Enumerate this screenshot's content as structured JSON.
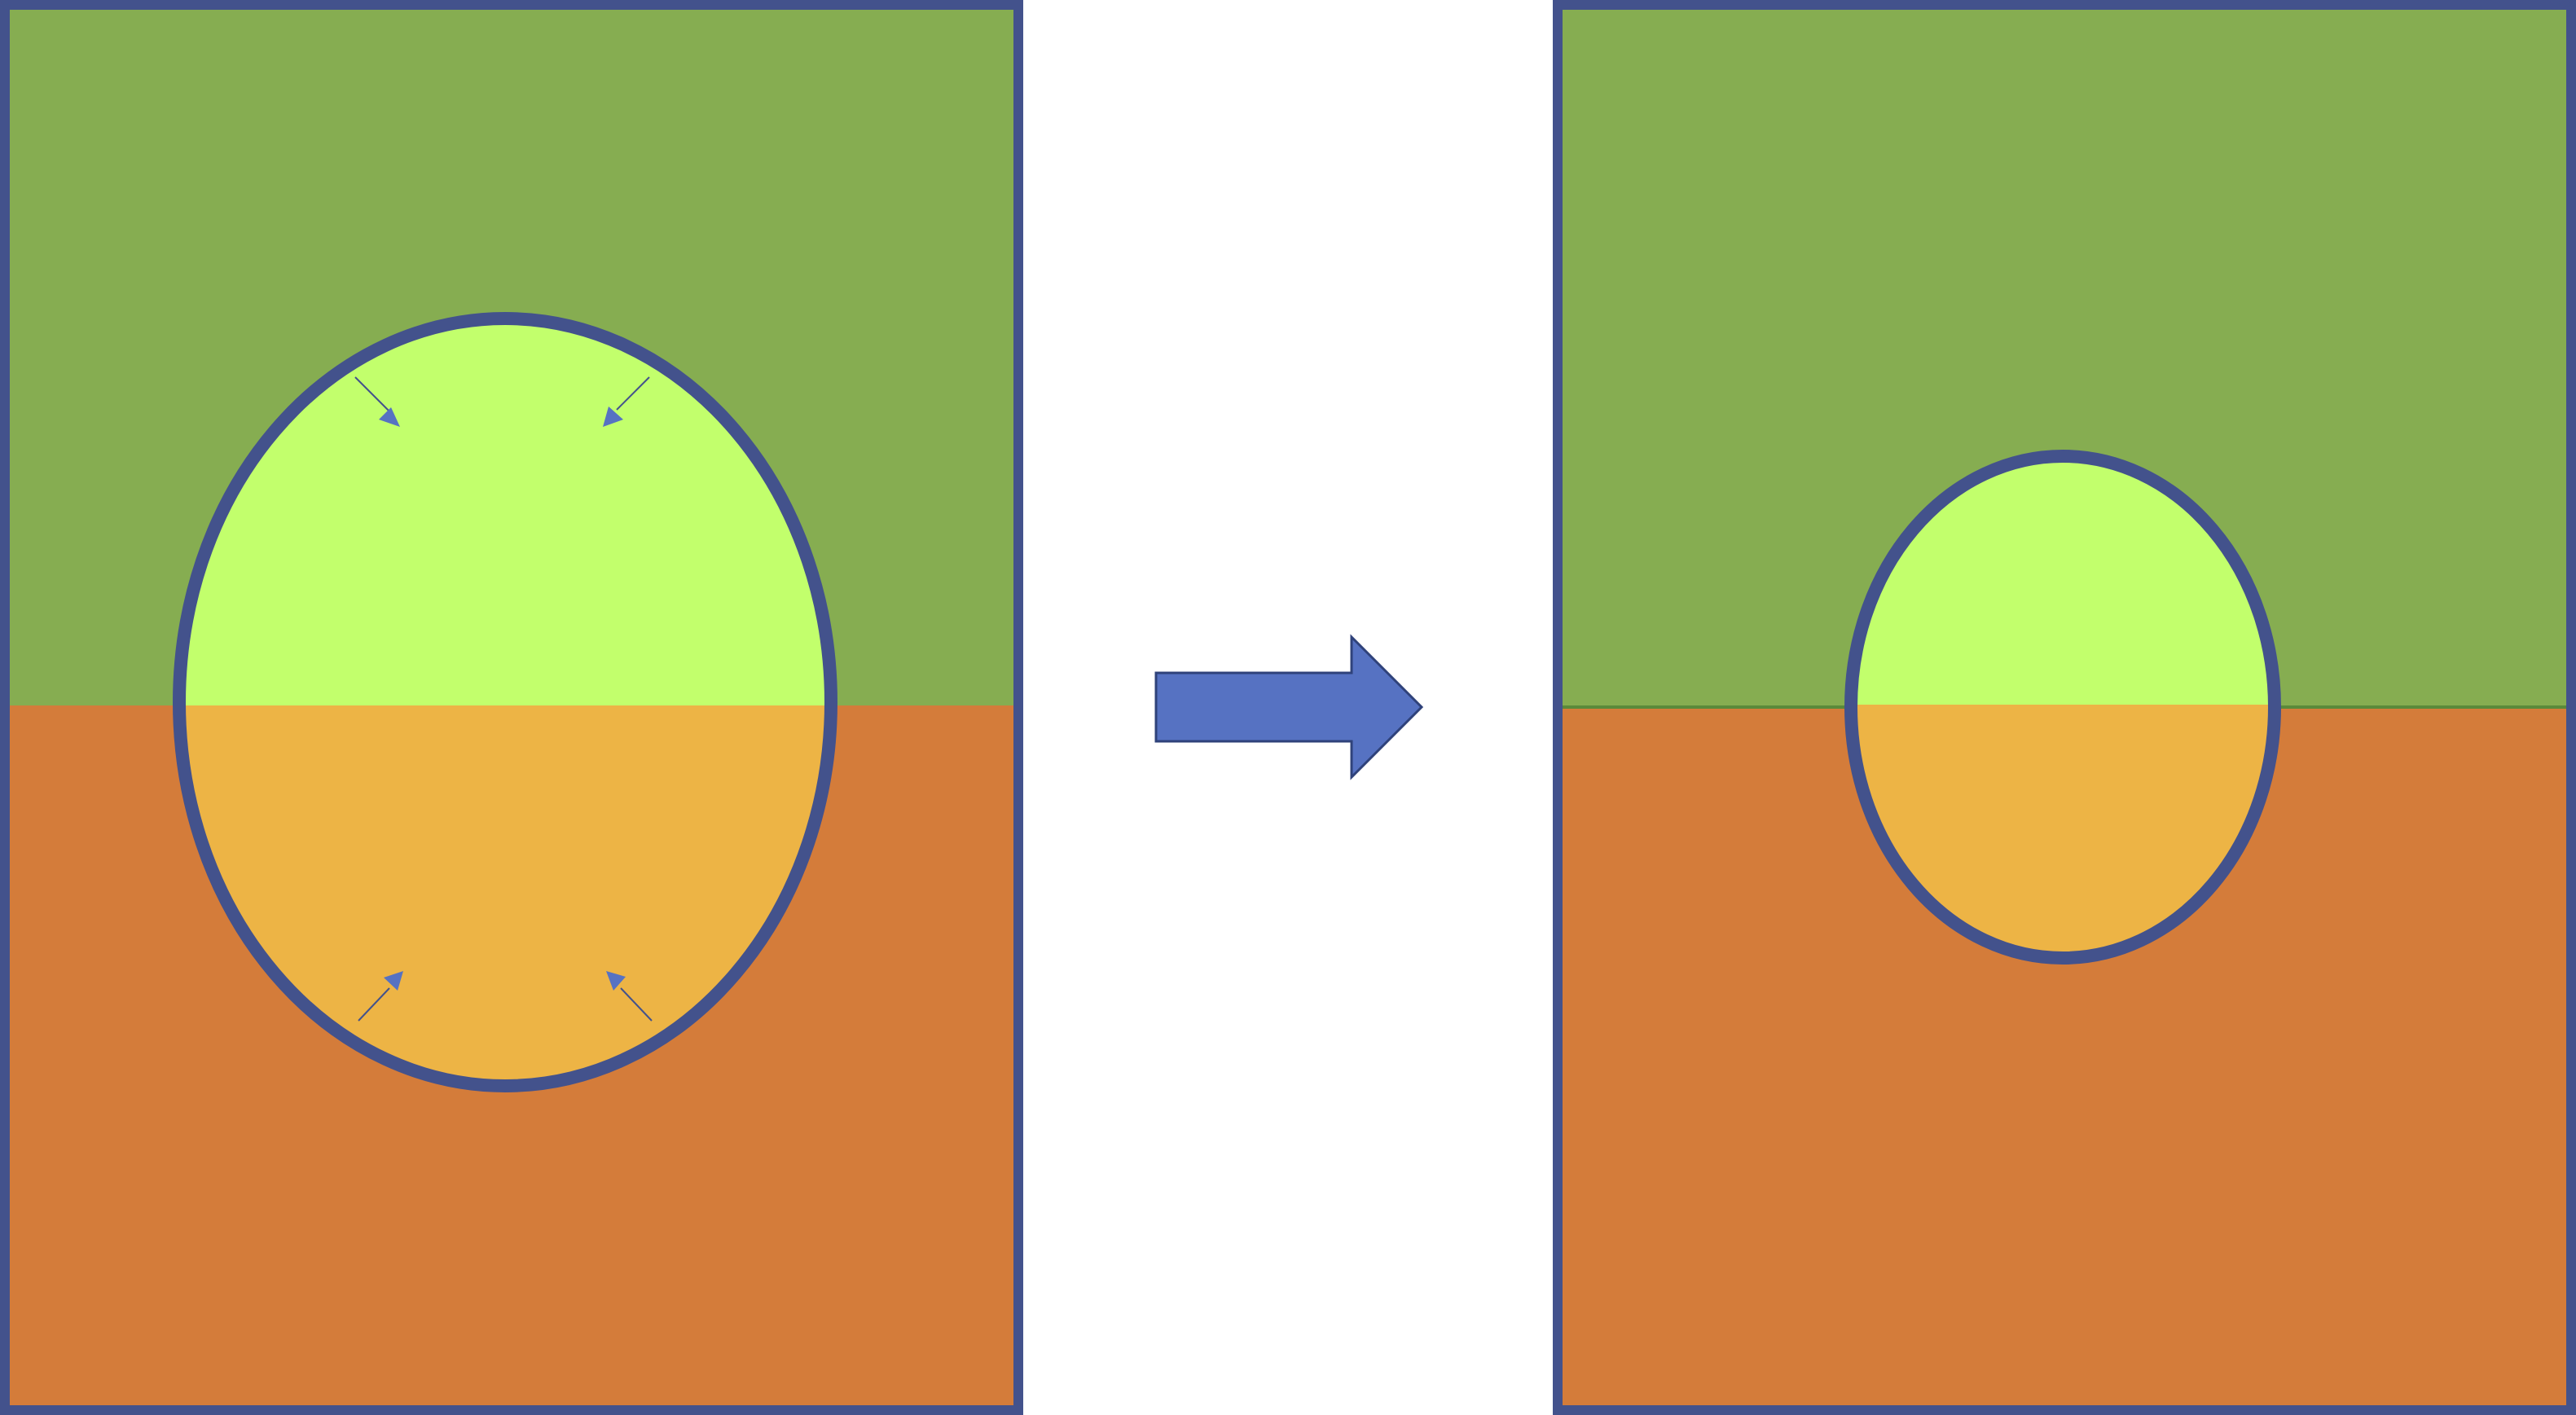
{
  "colors": {
    "background": "#ffffff",
    "upper_region": "#86ad51",
    "lower_region": "#d47c3a",
    "inclusion_upper": "#c2ff6c",
    "inclusion_lower": "#edb445",
    "outline": "#43528c",
    "transition_arrow_fill": "#5672c2",
    "transition_arrow_stroke": "#2f427a",
    "interface_line": "#5a8a3a"
  },
  "panels": [
    {
      "id": "before",
      "inclusion_scale": 1.0,
      "has_contraction_arrows": true
    },
    {
      "id": "after",
      "inclusion_scale": 0.65,
      "has_contraction_arrows": false
    }
  ],
  "transition": {
    "direction": "right",
    "icon": "right-block-arrow-icon"
  },
  "contraction_arrows": {
    "count": 4,
    "directions": [
      "inward-down-right",
      "inward-down-left",
      "inward-up-right",
      "inward-up-left"
    ]
  }
}
